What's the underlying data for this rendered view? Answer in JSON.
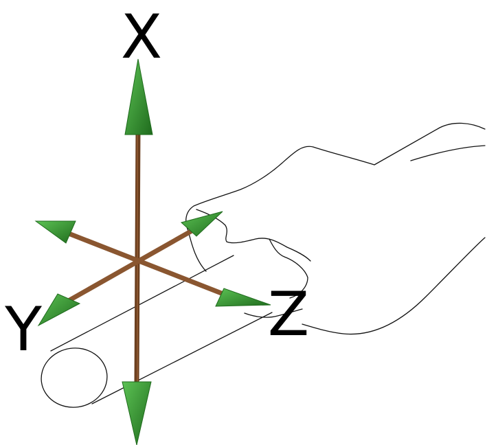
{
  "labels": {
    "x": "X",
    "y": "Y",
    "z": "Z"
  },
  "colors": {
    "shaft": "#8a5630",
    "shaft_dark": "#6b3f1f",
    "arrowhead": "#3fa33a",
    "arrowhead_dark": "#1f6b1d",
    "label": "#000000",
    "sketch": "#111111"
  }
}
